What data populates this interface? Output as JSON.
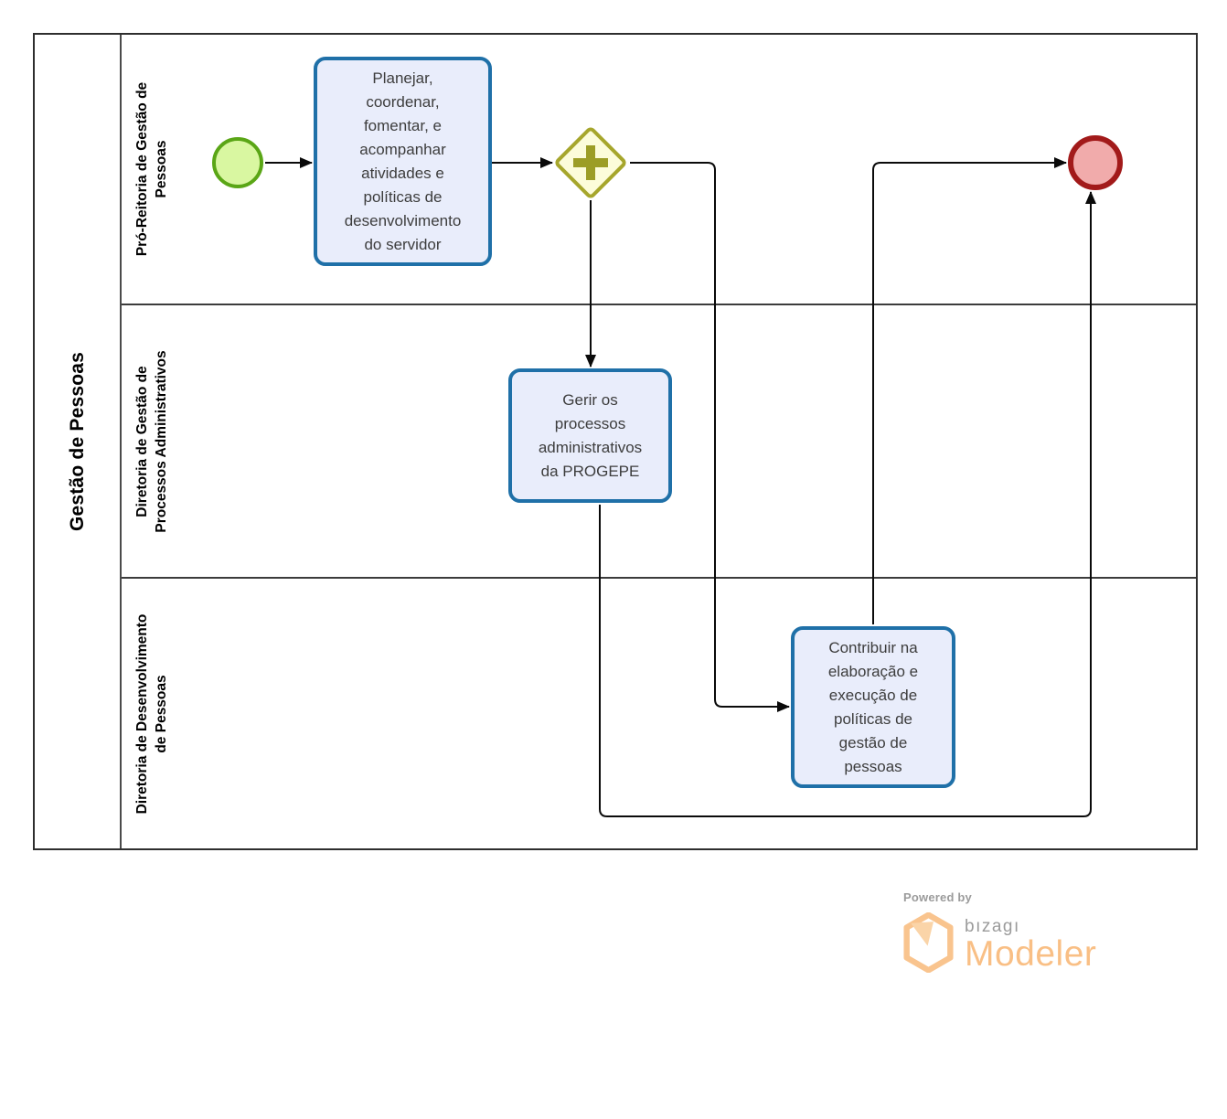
{
  "diagram": {
    "pool": {
      "title": "Gestão de Pessoas"
    },
    "lanes": [
      {
        "label": "Pró-Reitoria de Gestão de\nPessoas"
      },
      {
        "label": "Diretoria de Gestão de\nProcessos Administrativos"
      },
      {
        "label": "Diretoria de Desenvolvimento\nde Pessoas"
      }
    ],
    "nodes": {
      "start_event": {
        "type": "start-event"
      },
      "task_planejar": {
        "label": "Planejar,\ncoordenar,\nfomentar, e\nacompanhar\natividades e\npolíticas de\ndesenvolvimento\ndo servidor"
      },
      "gateway_parallel": {
        "type": "parallel-gateway"
      },
      "task_gerir": {
        "label": "Gerir os\nprocessos\nadministrativos\nda PROGEPE"
      },
      "task_contribuir": {
        "label": "Contribuir na\nelaboração e\nexecução de\npolíticas de\ngestão de\npessoas"
      },
      "end_event": {
        "type": "end-event"
      }
    },
    "colors": {
      "task_border": "#1f70a8",
      "task_fill": "#e9edfb",
      "start_border": "#5aa616",
      "start_fill": "#d9f7a1",
      "end_border": "#a21a1a",
      "end_fill": "#f1abab",
      "gateway_border": "#a6a62c",
      "gateway_fill": "#fcfcda",
      "flow_line": "#0a0a0a"
    }
  },
  "branding": {
    "powered_by": "Powered by",
    "brand_name": "bızagı",
    "product_name": "Modeler",
    "brand_color": "#f9bf85",
    "gray_color": "#9b9b9b"
  }
}
